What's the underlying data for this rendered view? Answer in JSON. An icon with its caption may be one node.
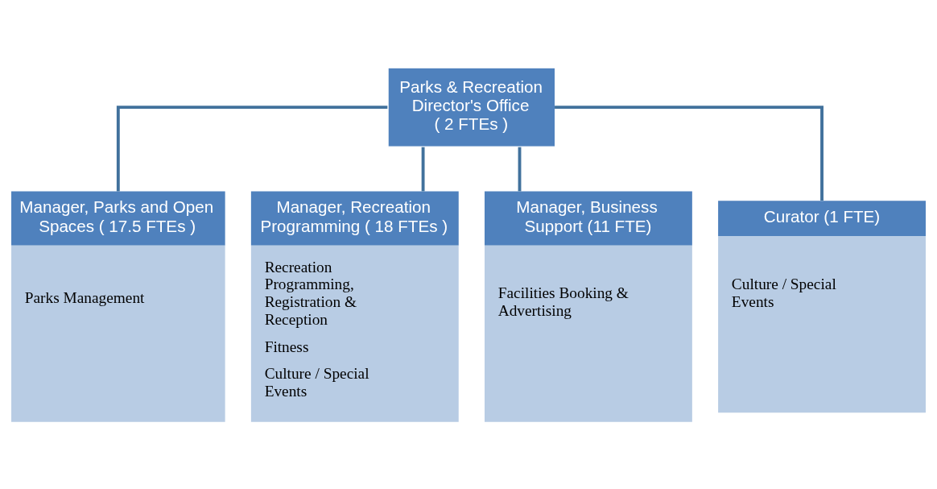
{
  "diagram": {
    "nodes": [
      {
        "text": [
          "Parks & Recreation Director's Office",
          "( 2 FTEs )"
        ]
      },
      {
        "text": [
          "Manager, Parks and Open Spaces ( 17.5 FTEs )",
          "Parks Management"
        ]
      },
      {
        "text": [
          "Manager, Recreation Programming ( 18 FTEs )",
          "Recreation Programming, Registration & Reception",
          "Fitness",
          "Culture / Special Events"
        ]
      },
      {
        "text": [
          "Manager, Business Support (11 FTE)",
          "Facilities Booking & Advertising"
        ]
      },
      {
        "text": [
          "Curator (1 FTE)",
          "Culture / Special Events"
        ]
      }
    ],
    "edges": [
      {
        "from": 0,
        "to": 1,
        "arrow": "none"
      },
      {
        "from": 0,
        "to": 2,
        "arrow": "none"
      },
      {
        "from": 0,
        "to": 3,
        "arrow": "none"
      },
      {
        "from": 0,
        "to": 4,
        "arrow": "none"
      }
    ]
  }
}
